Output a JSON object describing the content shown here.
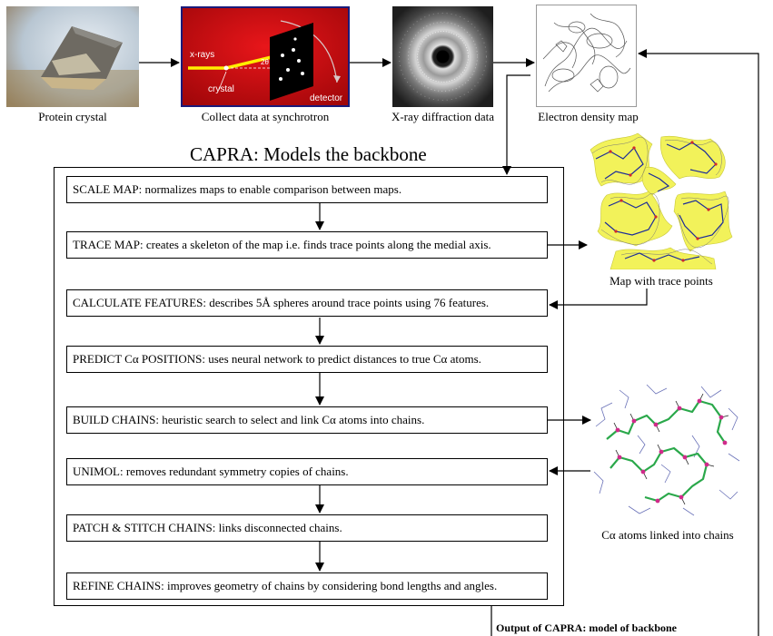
{
  "pipeline": [
    {
      "id": "crystal",
      "caption": "Protein crystal"
    },
    {
      "id": "synchrotron",
      "caption": "Collect data at synchrotron",
      "labels": {
        "xrays": "x-rays",
        "crystal": "crystal",
        "detector": "detector",
        "angle": "2θ"
      }
    },
    {
      "id": "diffraction",
      "caption": "X-ray diffraction data"
    },
    {
      "id": "density",
      "caption": "Electron density map"
    }
  ],
  "capra": {
    "title": "CAPRA: Models the backbone",
    "steps": [
      "SCALE MAP:  normalizes maps to enable comparison between maps.",
      "TRACE MAP: creates a skeleton of the map i.e. finds trace points along the medial axis.",
      "CALCULATE FEATURES: describes 5Å spheres around trace points using 76 features.",
      "PREDICT Cα POSITIONS: uses neural network to predict distances to true Cα atoms.",
      "BUILD CHAINS: heuristic search to select and link Cα atoms into chains.",
      "UNIMOL: removes redundant symmetry copies of chains.",
      "PATCH & STITCH CHAINS: links disconnected chains.",
      "REFINE CHAINS: improves geometry of chains by considering bond lengths and angles."
    ],
    "output_label": "Output of CAPRA: model of backbone"
  },
  "side_images": [
    {
      "id": "trace-points",
      "caption": "Map with trace points"
    },
    {
      "id": "ca-chains",
      "caption": "Cα atoms linked into chains"
    }
  ]
}
